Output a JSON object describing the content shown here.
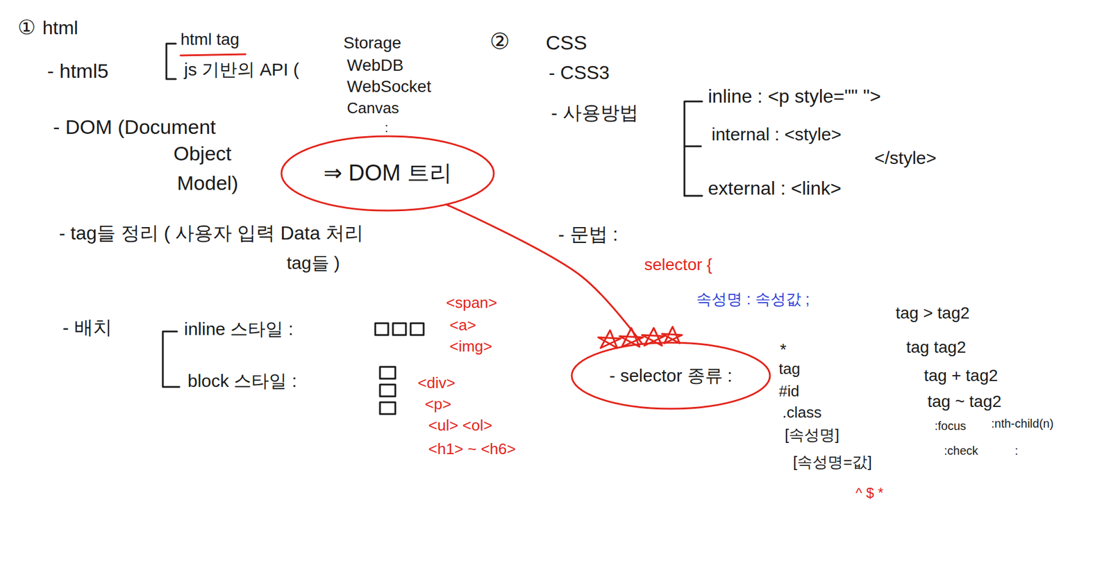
{
  "diagram": {
    "nodes": [
      {
        "text": [
          "⇒ DOM 트리"
        ]
      },
      {
        "text": [
          "- selector 종류 :"
        ]
      }
    ],
    "edges": [
      {
        "from": 0,
        "to": 1,
        "arrow": "none"
      }
    ],
    "labels": [
      "①",
      "html",
      "html tag",
      "- html5",
      "js 기반의 API (",
      "Storage",
      "WebDB",
      "WebSocket",
      "Canvas",
      ":",
      "- DOM (Document",
      "Object",
      "Model)",
      "- tag들 정리 ( 사용자 입력 Data 처리",
      "tag들 )",
      "- 배치",
      "inline 스타일 :",
      "block 스타일 :",
      "<span>",
      "<a>",
      "<img>",
      "<div>",
      "<p>",
      "<ul> <ol>",
      "<h1> ~ <h6>",
      "②",
      "CSS",
      "- CSS3",
      "- 사용방법",
      "inline : <p style=\"\" \">",
      "internal : <style>",
      "</style>",
      "external : <link>",
      "- 문법 :",
      "selector {",
      "속성명 : 속성값 ;",
      "*",
      "tag",
      "#id",
      ".class",
      "[속성명]",
      "[속성명=값]",
      "^ $ *",
      "tag > tag2",
      "tag tag2",
      "tag + tag2",
      "tag ~ tag2",
      ":focus",
      ":nth-child(n)",
      ":check",
      ":"
    ]
  }
}
